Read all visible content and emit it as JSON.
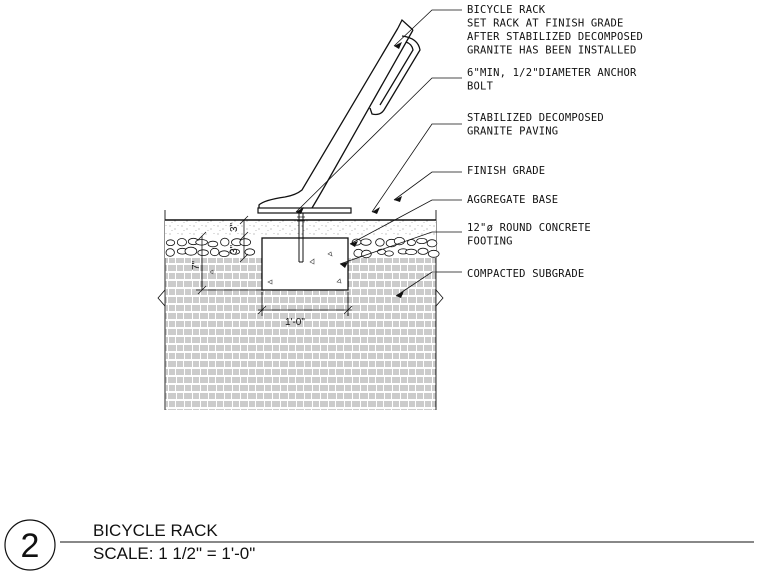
{
  "detail": {
    "number": "2",
    "title": "BICYCLE RACK",
    "scale": "SCALE: 1 1/2\" = 1'-0\""
  },
  "callouts": [
    {
      "lines": [
        "BICYCLE RACK",
        "SET RACK AT FINISH GRADE",
        "AFTER STABILIZED DECOMPOSED",
        "GRANITE HAS BEEN INSTALLED"
      ]
    },
    {
      "lines": [
        "6\"MIN, 1/2\"DIAMETER ANCHOR",
        "BOLT"
      ]
    },
    {
      "lines": [
        "STABILIZED DECOMPOSED",
        "GRANITE PAVING"
      ]
    },
    {
      "lines": [
        "FINISH GRADE"
      ]
    },
    {
      "lines": [
        "AGGREGATE BASE"
      ]
    },
    {
      "lines": [
        "12\"ø ROUND CONCRETE",
        "FOOTING"
      ]
    },
    {
      "lines": [
        "COMPACTED SUBGRADE"
      ]
    }
  ],
  "dimensions": {
    "paving_depth": "3\"",
    "base_depth": "3\"",
    "footing_depth": "7\"",
    "footing_width": "1'-0\""
  }
}
